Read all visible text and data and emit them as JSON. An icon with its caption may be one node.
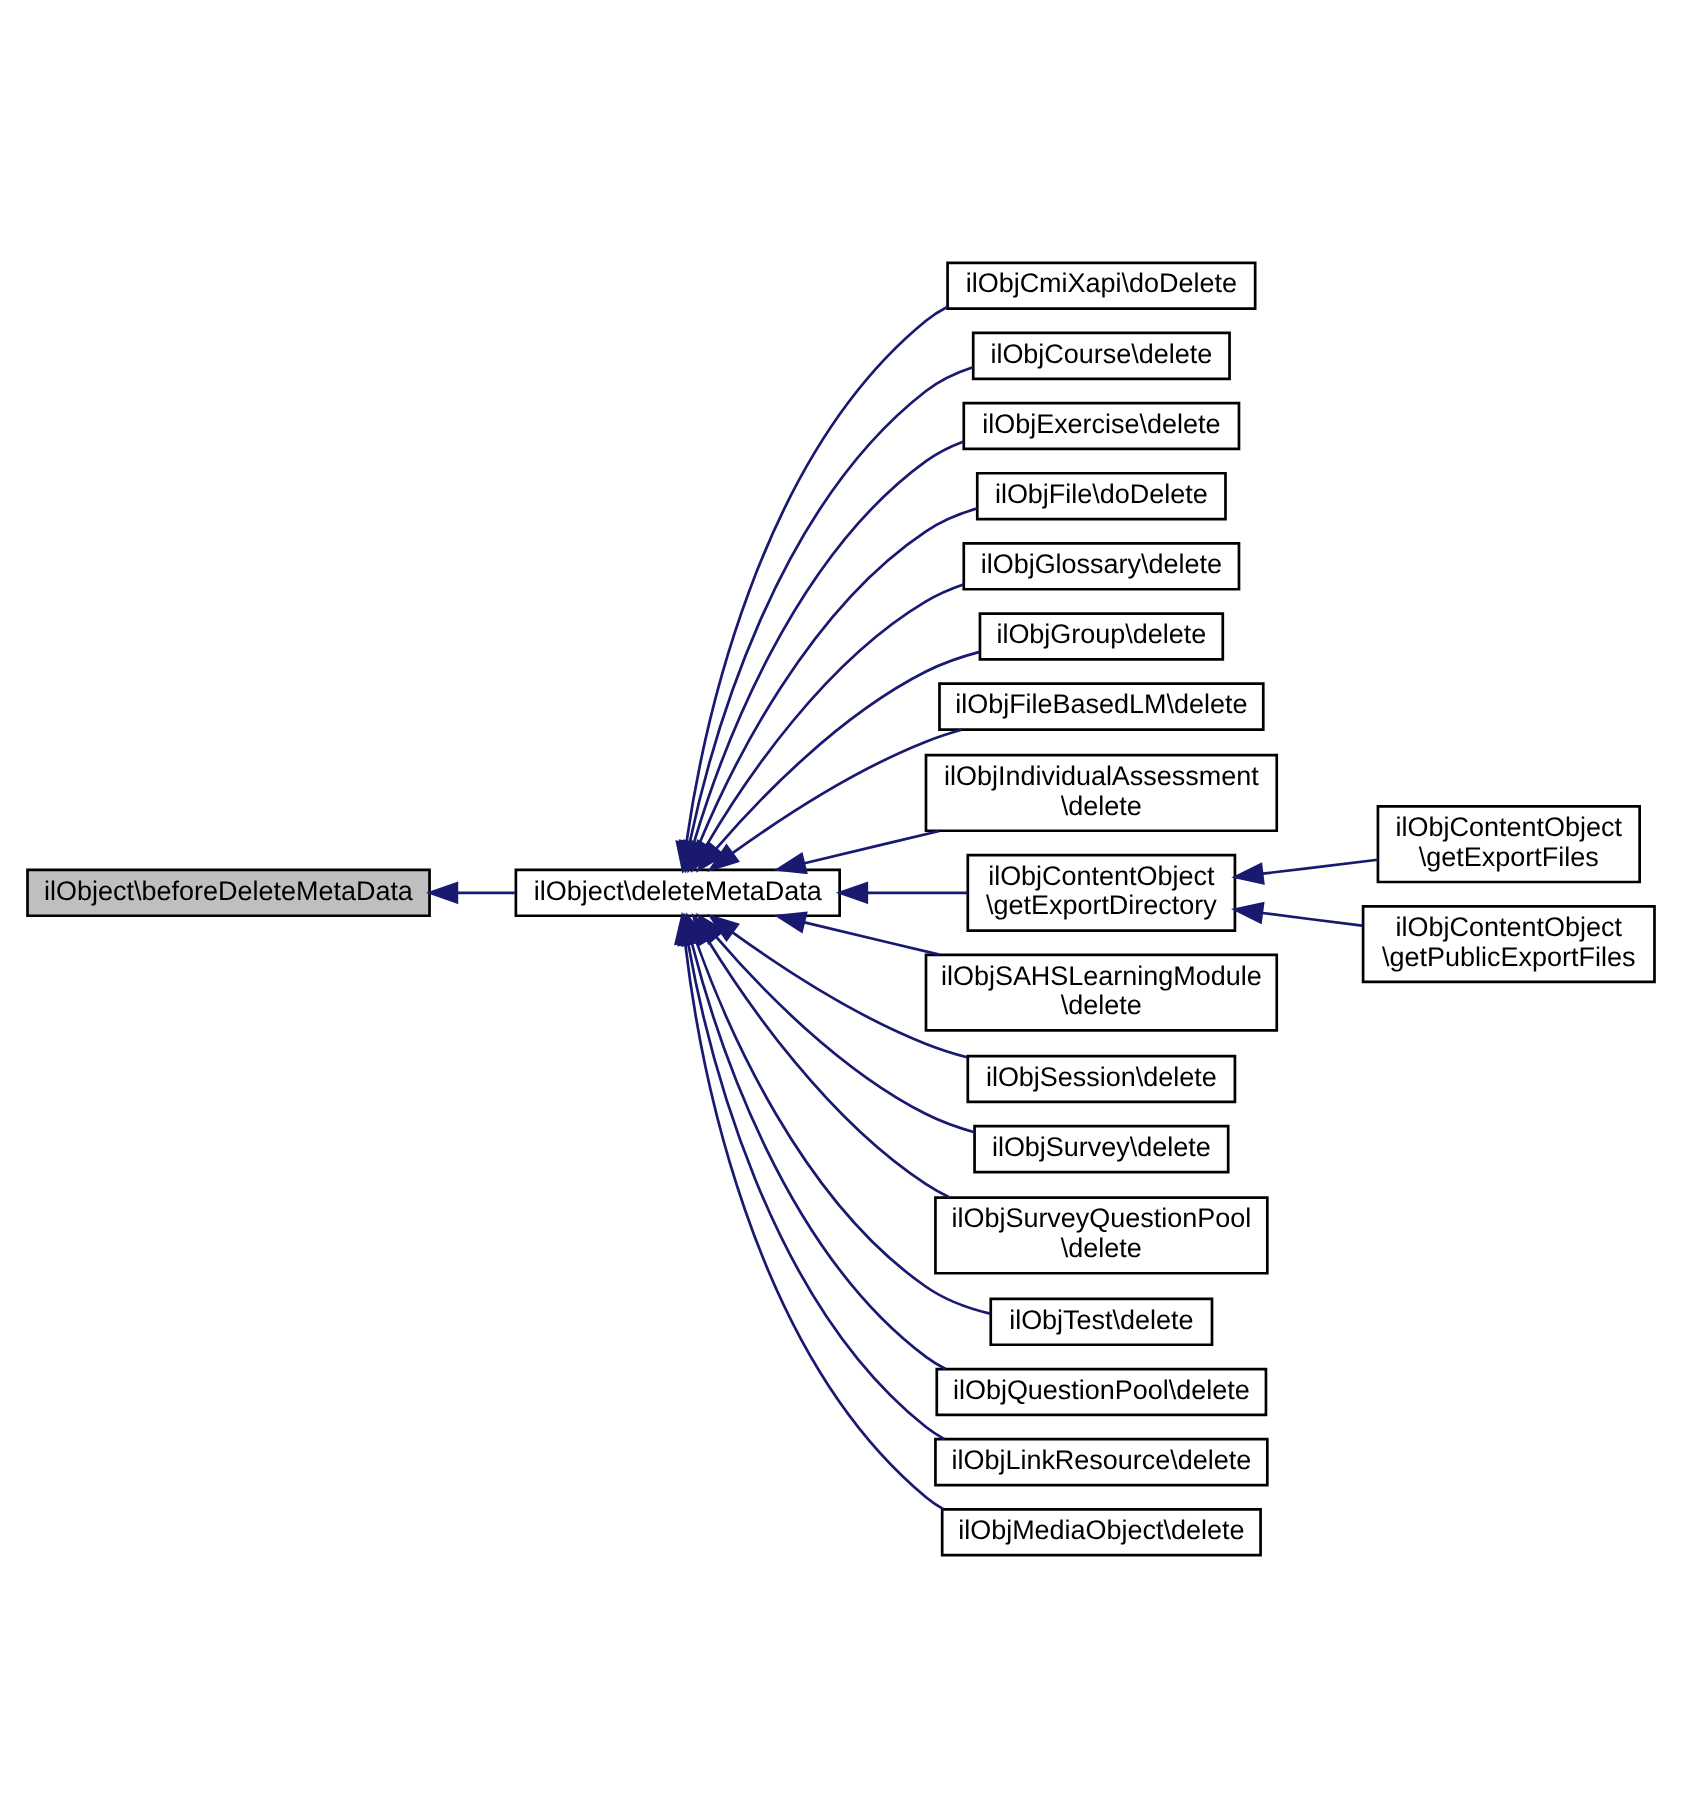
{
  "diagram": {
    "nodes": [
      {
        "text": [
          "ilObject\\beforeDeleteMetaData"
        ]
      },
      {
        "text": [
          "ilObject\\deleteMetaData"
        ]
      },
      {
        "text": [
          "ilObjCmiXapi\\doDelete"
        ]
      },
      {
        "text": [
          "ilObjCourse\\delete"
        ]
      },
      {
        "text": [
          "ilObjExercise\\delete"
        ]
      },
      {
        "text": [
          "ilObjFile\\doDelete"
        ]
      },
      {
        "text": [
          "ilObjGlossary\\delete"
        ]
      },
      {
        "text": [
          "ilObjGroup\\delete"
        ]
      },
      {
        "text": [
          "ilObjFileBasedLM\\delete"
        ]
      },
      {
        "text": [
          "ilObjIndividualAssessment \\delete"
        ]
      },
      {
        "text": [
          "ilObjContentObject \\getExportDirectory"
        ]
      },
      {
        "text": [
          "ilObjSAHSLearningModule \\delete"
        ]
      },
      {
        "text": [
          "ilObjSession\\delete"
        ]
      },
      {
        "text": [
          "ilObjSurvey\\delete"
        ]
      },
      {
        "text": [
          "ilObjSurveyQuestionPool \\delete"
        ]
      },
      {
        "text": [
          "ilObjTest\\delete"
        ]
      },
      {
        "text": [
          "ilObjQuestionPool\\delete"
        ]
      },
      {
        "text": [
          "ilObjLinkResource\\delete"
        ]
      },
      {
        "text": [
          "ilObjMediaObject\\delete"
        ]
      },
      {
        "text": [
          "ilObjContentObject \\getExportFiles"
        ]
      },
      {
        "text": [
          "ilObjContentObject \\getPublicExportFiles"
        ]
      }
    ],
    "edges": [
      {
        "from": 1,
        "to": 0,
        "arrow": "to"
      },
      {
        "from": 2,
        "to": 1,
        "arrow": "to"
      },
      {
        "from": 3,
        "to": 1,
        "arrow": "to"
      },
      {
        "from": 4,
        "to": 1,
        "arrow": "to"
      },
      {
        "from": 5,
        "to": 1,
        "arrow": "to"
      },
      {
        "from": 6,
        "to": 1,
        "arrow": "to"
      },
      {
        "from": 7,
        "to": 1,
        "arrow": "to"
      },
      {
        "from": 8,
        "to": 1,
        "arrow": "to"
      },
      {
        "from": 9,
        "to": 1,
        "arrow": "to"
      },
      {
        "from": 10,
        "to": 1,
        "arrow": "to"
      },
      {
        "from": 11,
        "to": 1,
        "arrow": "to"
      },
      {
        "from": 12,
        "to": 1,
        "arrow": "to"
      },
      {
        "from": 13,
        "to": 1,
        "arrow": "to"
      },
      {
        "from": 14,
        "to": 1,
        "arrow": "to"
      },
      {
        "from": 15,
        "to": 1,
        "arrow": "to"
      },
      {
        "from": 16,
        "to": 1,
        "arrow": "to"
      },
      {
        "from": 17,
        "to": 1,
        "arrow": "to"
      },
      {
        "from": 18,
        "to": 1,
        "arrow": "to"
      },
      {
        "from": 19,
        "to": 10,
        "arrow": "to"
      },
      {
        "from": 20,
        "to": 10,
        "arrow": "to"
      }
    ]
  }
}
